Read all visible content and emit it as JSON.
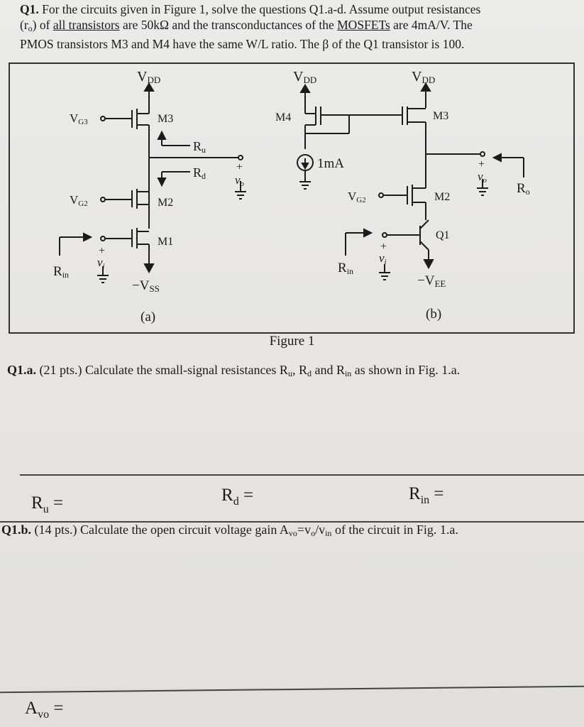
{
  "question": {
    "line1_prefix": "Q1.",
    "line1": " For the circuits given in Figure 1, solve the questions Q1.a-d. Assume output resistances",
    "line2_a": "(r",
    "line2_sub": "o",
    "line2_b": ") of ",
    "line2_u1": "all transistors",
    "line2_c": " are 50kΩ and the transconductances of the ",
    "line2_u2": "MOSFETs",
    "line2_d": " are 4mA/V. The",
    "line3": "PMOS transistors M3 and M4 have the same W/L ratio. The β of the Q1 transistor is 100."
  },
  "figure": {
    "caption": "Figure 1",
    "labels": {
      "vdd": "V",
      "vdd_sub": "DD",
      "vg3": "V",
      "vg3_sub": "G3",
      "vg2": "V",
      "vg2_sub": "G2",
      "m1": "M1",
      "m2": "M2",
      "m3": "M3",
      "m4": "M4",
      "ru": "R",
      "ru_sub": "u",
      "rd": "R",
      "rd_sub": "d",
      "rin": "R",
      "rin_sub": "in",
      "ro": "R",
      "ro_sub": "o",
      "vo": "v",
      "vo_sub": "o",
      "vi": "v",
      "vi_sub": "i",
      "plus": "+",
      "minus": "−",
      "vss": "−V",
      "vss_sub": "SS",
      "vee": "−V",
      "vee_sub": "EE",
      "isrc": "1mA",
      "q1": "Q1",
      "part_a": "(a)",
      "part_b": "(b)"
    }
  },
  "q1a": {
    "prefix": "Q1.a.",
    "text_a": " (21 pts.) Calculate the small-signal resistances R",
    "sub1": "u",
    "text_b": ", R",
    "sub2": "d",
    "text_c": " and R",
    "sub3": "in",
    "text_d": " as shown in Fig. 1.a."
  },
  "answers": {
    "ru": "R",
    "ru_sub": "u",
    "rd": "R",
    "rd_sub": "d",
    "rin": "R",
    "rin_sub": "in",
    "eq": " ="
  },
  "q1b": {
    "prefix": "Q1.b.",
    "text_a": " (14 pts.) Calculate the open circuit voltage gain A",
    "sub1": "vo",
    "text_b": "=v",
    "sub2": "o",
    "text_c": "/v",
    "sub3": "in",
    "text_d": " of the circuit in Fig. 1.a."
  },
  "avo": {
    "label": "A",
    "sub": "vo",
    "eq": " ="
  }
}
